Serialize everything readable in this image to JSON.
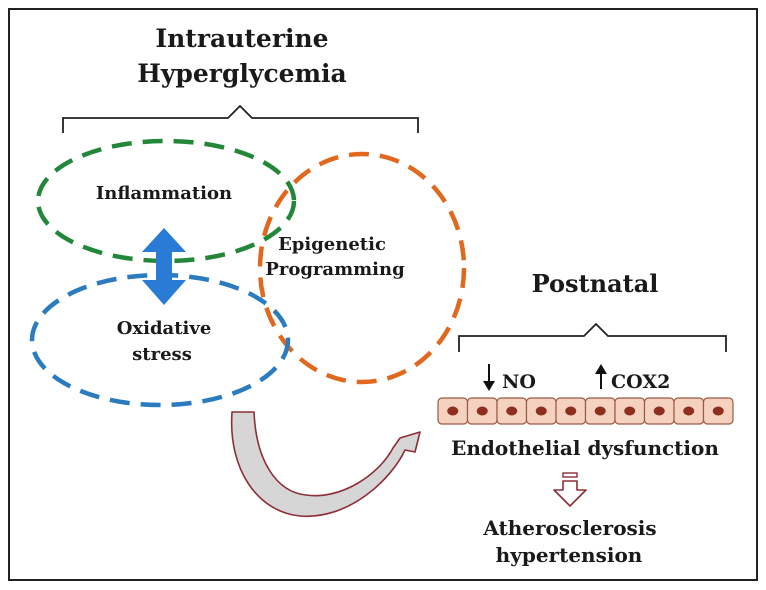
{
  "title": {
    "line1": "Intrauterine",
    "line2": "Hyperglycemia"
  },
  "circles": {
    "inflammation": {
      "label": "Inflammation",
      "color": "#23873a"
    },
    "oxidative": {
      "line1": "Oxidative",
      "line2": "stress",
      "color": "#2a7bbf"
    },
    "epigenetic": {
      "line1": "Epigenetic",
      "line2": "Programming",
      "color": "#e0681f"
    }
  },
  "double_arrow_color": "#2a7bd6",
  "postnatal": {
    "title": "Postnatal",
    "no_label": "NO",
    "cox2_label": "COX2",
    "cell_count": 10,
    "endothelial_label": "Endothelial dysfunction",
    "outcome_line1": "Atherosclerosis",
    "outcome_line2": "hypertension"
  },
  "colors": {
    "cell_fill": "#f4d2bf",
    "cell_border": "#9a5a45",
    "nucleus": "#8e2e1e",
    "arrow_outline": "#8e2e38"
  }
}
